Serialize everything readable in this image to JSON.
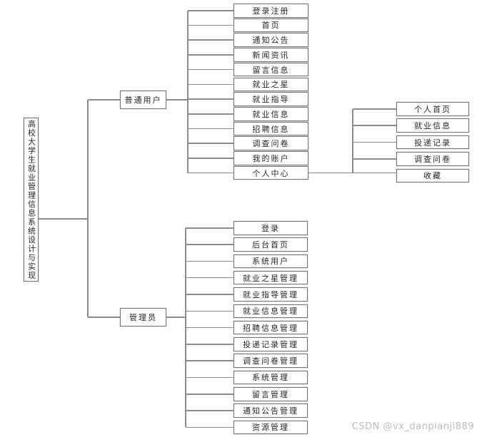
{
  "diagram": {
    "root_label": "高校大学生就业管理信息系统设计与实现",
    "branches": [
      {
        "label": "普通用户",
        "children": [
          "登录注册",
          "首页",
          "通知公告",
          "新闻资讯",
          "留言信息",
          "就业之星",
          "就业指导",
          "就业信息",
          "招聘信息",
          "调查问卷",
          "我的账户",
          "个人中心"
        ]
      },
      {
        "label": "管理员",
        "children": [
          "登录",
          "后台首页",
          "系统用户",
          "就业之星管理",
          "就业指导管理",
          "就业信息管理",
          "招聘信息管理",
          "投递记录管理",
          "调查问卷管理",
          "系统管理",
          "留言管理",
          "通知公告管理",
          "资源管理"
        ]
      }
    ],
    "personal_center": {
      "parent": "个人中心",
      "children": [
        "个人首页",
        "就业信息",
        "投递记录",
        "调查问卷",
        "收藏"
      ]
    }
  },
  "watermark": "CSDN @vx_danpianji889",
  "colors": {
    "line": "#8c8c8c",
    "box_border": "#757575",
    "text": "#262626",
    "watermark": "#bcbcbc",
    "background": "#ffffff"
  }
}
